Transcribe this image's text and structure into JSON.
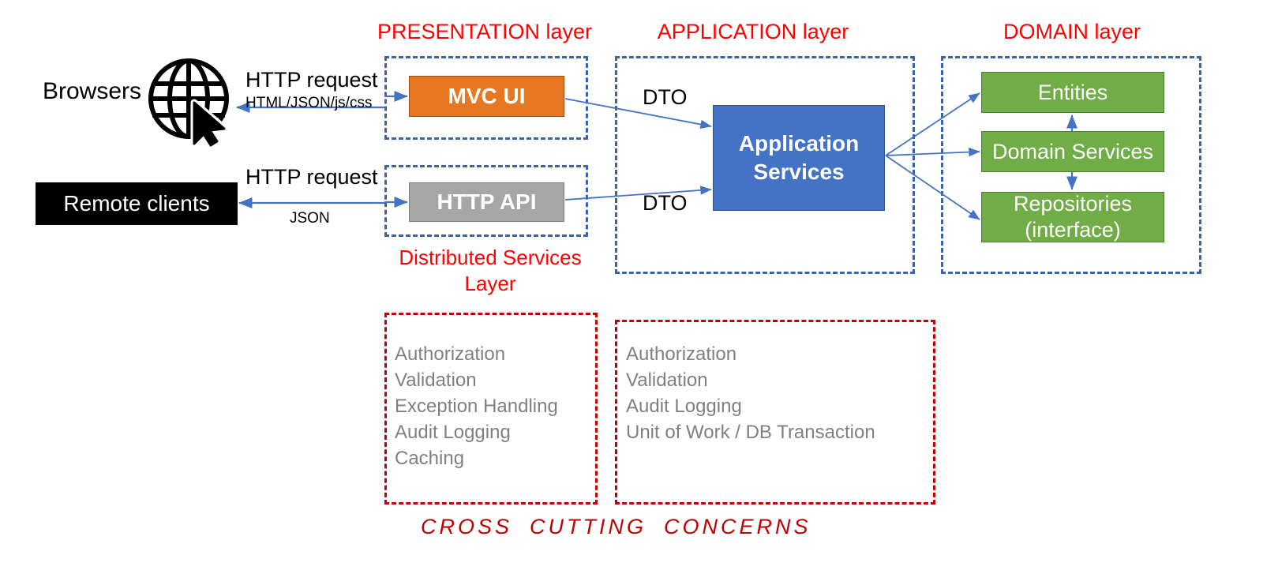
{
  "diagram": {
    "title_footer": "CROSS CUTTING CONCERNS",
    "layers": [
      {
        "id": "presentation",
        "title": "PRESENTATION layer"
      },
      {
        "id": "application",
        "title": "APPLICATION layer"
      },
      {
        "id": "domain",
        "title": "DOMAIN layer"
      }
    ],
    "clients": {
      "browsers_label": "Browsers",
      "globe_icon": "globe-cursor-icon",
      "remote_clients_label": "Remote clients"
    },
    "edges": {
      "http_request_top": "HTTP request",
      "response_top": "HTML/JSON/js/css",
      "http_request_bottom": "HTTP request",
      "response_bottom": "JSON",
      "dto_top": "DTO",
      "dto_bottom": "DTO"
    },
    "presentation_boxes": [
      {
        "id": "mvc-ui",
        "label": "MVC UI"
      },
      {
        "id": "http-api",
        "label": "HTTP API"
      }
    ],
    "application_boxes": [
      {
        "id": "application-services",
        "label": "Application\nServices",
        "line1": "Application",
        "line2": "Services"
      }
    ],
    "domain_boxes": [
      {
        "id": "entities",
        "label": "Entities"
      },
      {
        "id": "domain-services",
        "label": "Domain Services"
      },
      {
        "id": "repositories",
        "line1": "Repositories",
        "line2": "(interface)"
      }
    ],
    "distributed_services": {
      "title_line1": "Distributed Services",
      "title_line2": "Layer",
      "items": [
        "Authorization",
        "Validation",
        "Exception Handling",
        "Audit Logging",
        "Caching"
      ]
    },
    "application_concerns": {
      "items": [
        "Authorization",
        "Validation",
        "Audit Logging",
        "Unit of Work / DB Transaction"
      ]
    },
    "colors": {
      "layer_title": "#FF0000",
      "layer_frame": "#3A63A8",
      "cross_cutting_frame": "#C00000",
      "mvc_ui": "#E87722",
      "http_api": "#A6A6A6",
      "application_services": "#4472C4",
      "domain_box": "#70AD47",
      "remote_clients": "#000000",
      "arrow": "#4472C4",
      "concern_text": "#808080"
    }
  }
}
